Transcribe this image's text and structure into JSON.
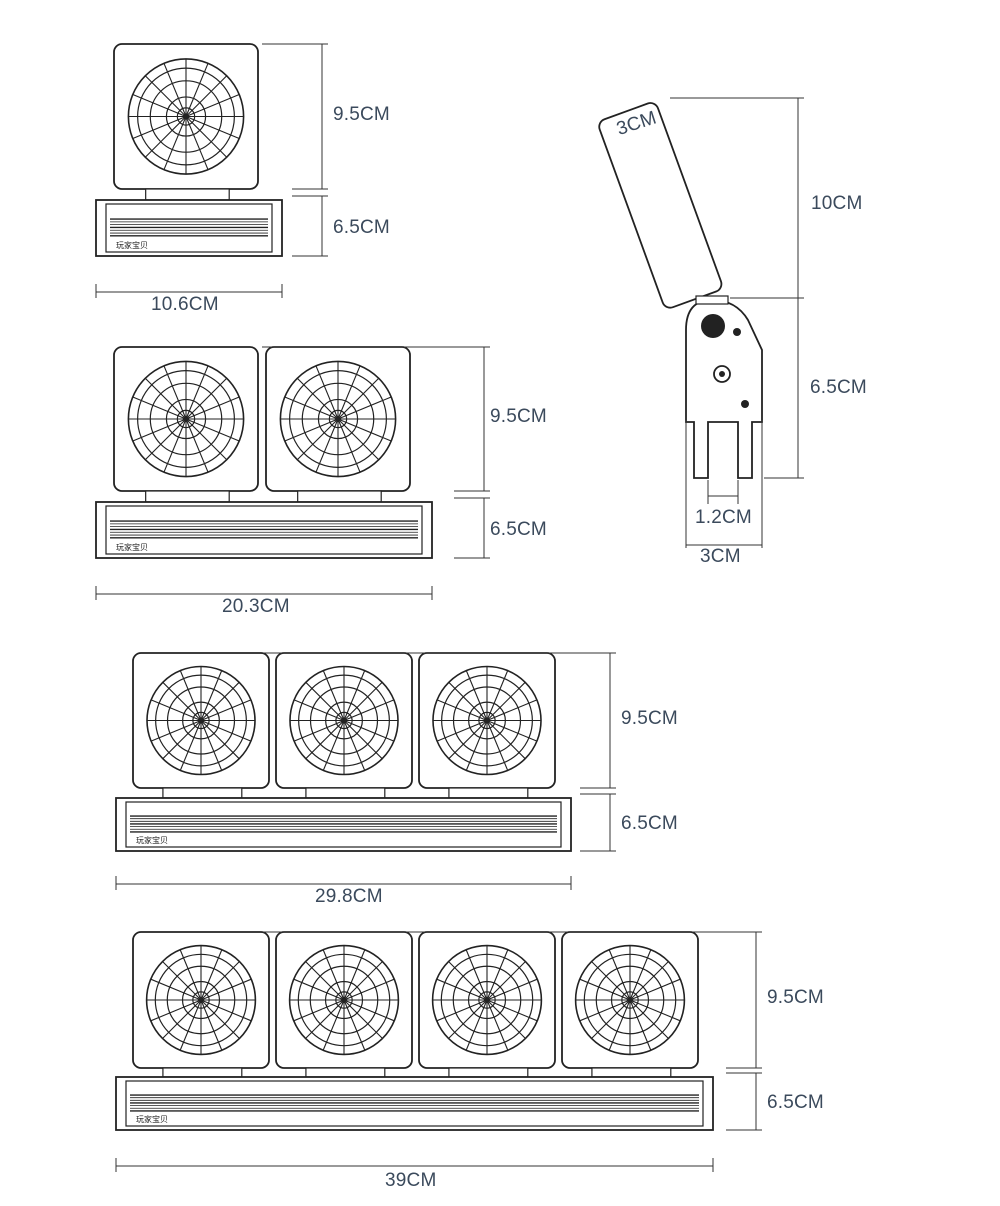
{
  "brand_text": "玩家宝贝",
  "units": [
    {
      "fan_count": 1,
      "fan_height": "9.5CM",
      "base_height": "6.5CM",
      "width": "10.6CM"
    },
    {
      "fan_count": 2,
      "fan_height": "9.5CM",
      "base_height": "6.5CM",
      "width": "20.3CM"
    },
    {
      "fan_count": 3,
      "fan_height": "9.5CM",
      "base_height": "6.5CM",
      "width": "29.8CM"
    },
    {
      "fan_count": 4,
      "fan_height": "9.5CM",
      "base_height": "6.5CM",
      "width": "39CM"
    }
  ],
  "side_view": {
    "panel_label": "3CM",
    "panel_length": "10CM",
    "clip_height": "6.5CM",
    "slot_width": "1.2CM",
    "clip_width": "3CM"
  },
  "colors": {
    "line": "#222222",
    "dimension_line": "#333333",
    "text": "#3b4a5c"
  }
}
